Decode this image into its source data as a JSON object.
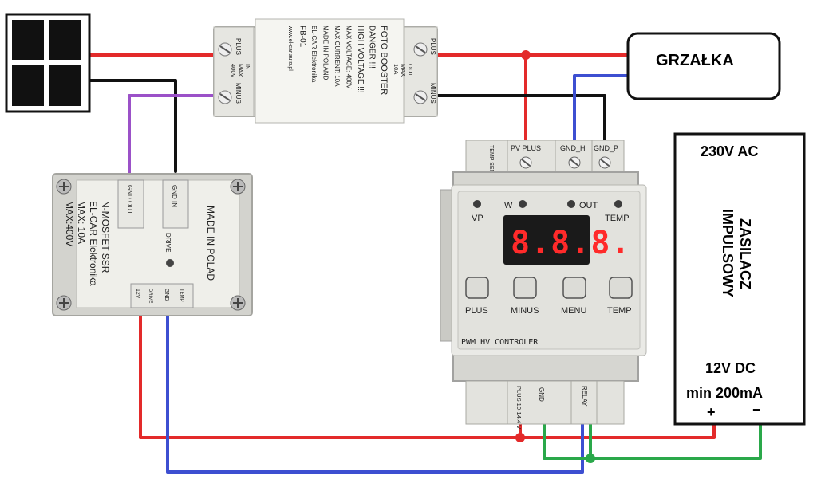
{
  "solar_panel": {
    "icon": "solar-panel-icon"
  },
  "foto_booster": {
    "left_terminals": [
      "PLUS",
      "MINUS"
    ],
    "left_side_text": "IN\nMAX\n400V",
    "right_terminals": [
      "PLUS",
      "MINUS"
    ],
    "right_side_text": "OUT\nMAX\n10A",
    "lines": [
      "FOTO BOOSTER",
      "DANGER !!!",
      "HIGH VOLTAGE !!!",
      "MAX VOLTAGE: 400V",
      "MAX CURRENT: 10A",
      "MADE IN POLAND",
      "EL-CAR Elektronika",
      "FB-01",
      "www.el-car.auto.pl"
    ]
  },
  "ssr": {
    "top_terminals": [
      "GND OUT",
      "GND IN"
    ],
    "bottom_terminals": [
      "12V",
      "DRIVE",
      "GND",
      "TEMP"
    ],
    "lines": [
      "N-MOSFET SSR",
      "EL-CAR Elektronika",
      "MAX: 10A",
      "MAX:400V"
    ],
    "drive_label": "DRIVE",
    "made_in": "MADE IN POLAD"
  },
  "controller": {
    "top_terminals": [
      "TEMP SENSOR",
      "PV PLUS",
      "GND_H",
      "GND_P"
    ],
    "leds": [
      "VP",
      "W",
      "OUT",
      "TEMP"
    ],
    "display": "8.8.8.",
    "buttons": [
      "PLUS",
      "MINUS",
      "MENU",
      "TEMP"
    ],
    "name": "PWM HV CONTROLER",
    "bottom_terminals": [
      "PLUS 10-14.4 V",
      "GND",
      "RELAY"
    ]
  },
  "heater": {
    "label": "GRZAŁKA"
  },
  "psu": {
    "ac_label": "230V AC",
    "name_lines": [
      "ZASILACZ",
      "IMPULSOWY"
    ],
    "dc_label": "12V DC",
    "current_label": "min 200mA",
    "plus": "+",
    "minus": "−"
  },
  "colors": {
    "red": "#e32a2a",
    "black": "#111111",
    "purple": "#9b51c8",
    "blue": "#3d4fd1",
    "green": "#2aa84a",
    "device_gray": "#d9d9d4",
    "display_red": "#ff2a2a"
  }
}
